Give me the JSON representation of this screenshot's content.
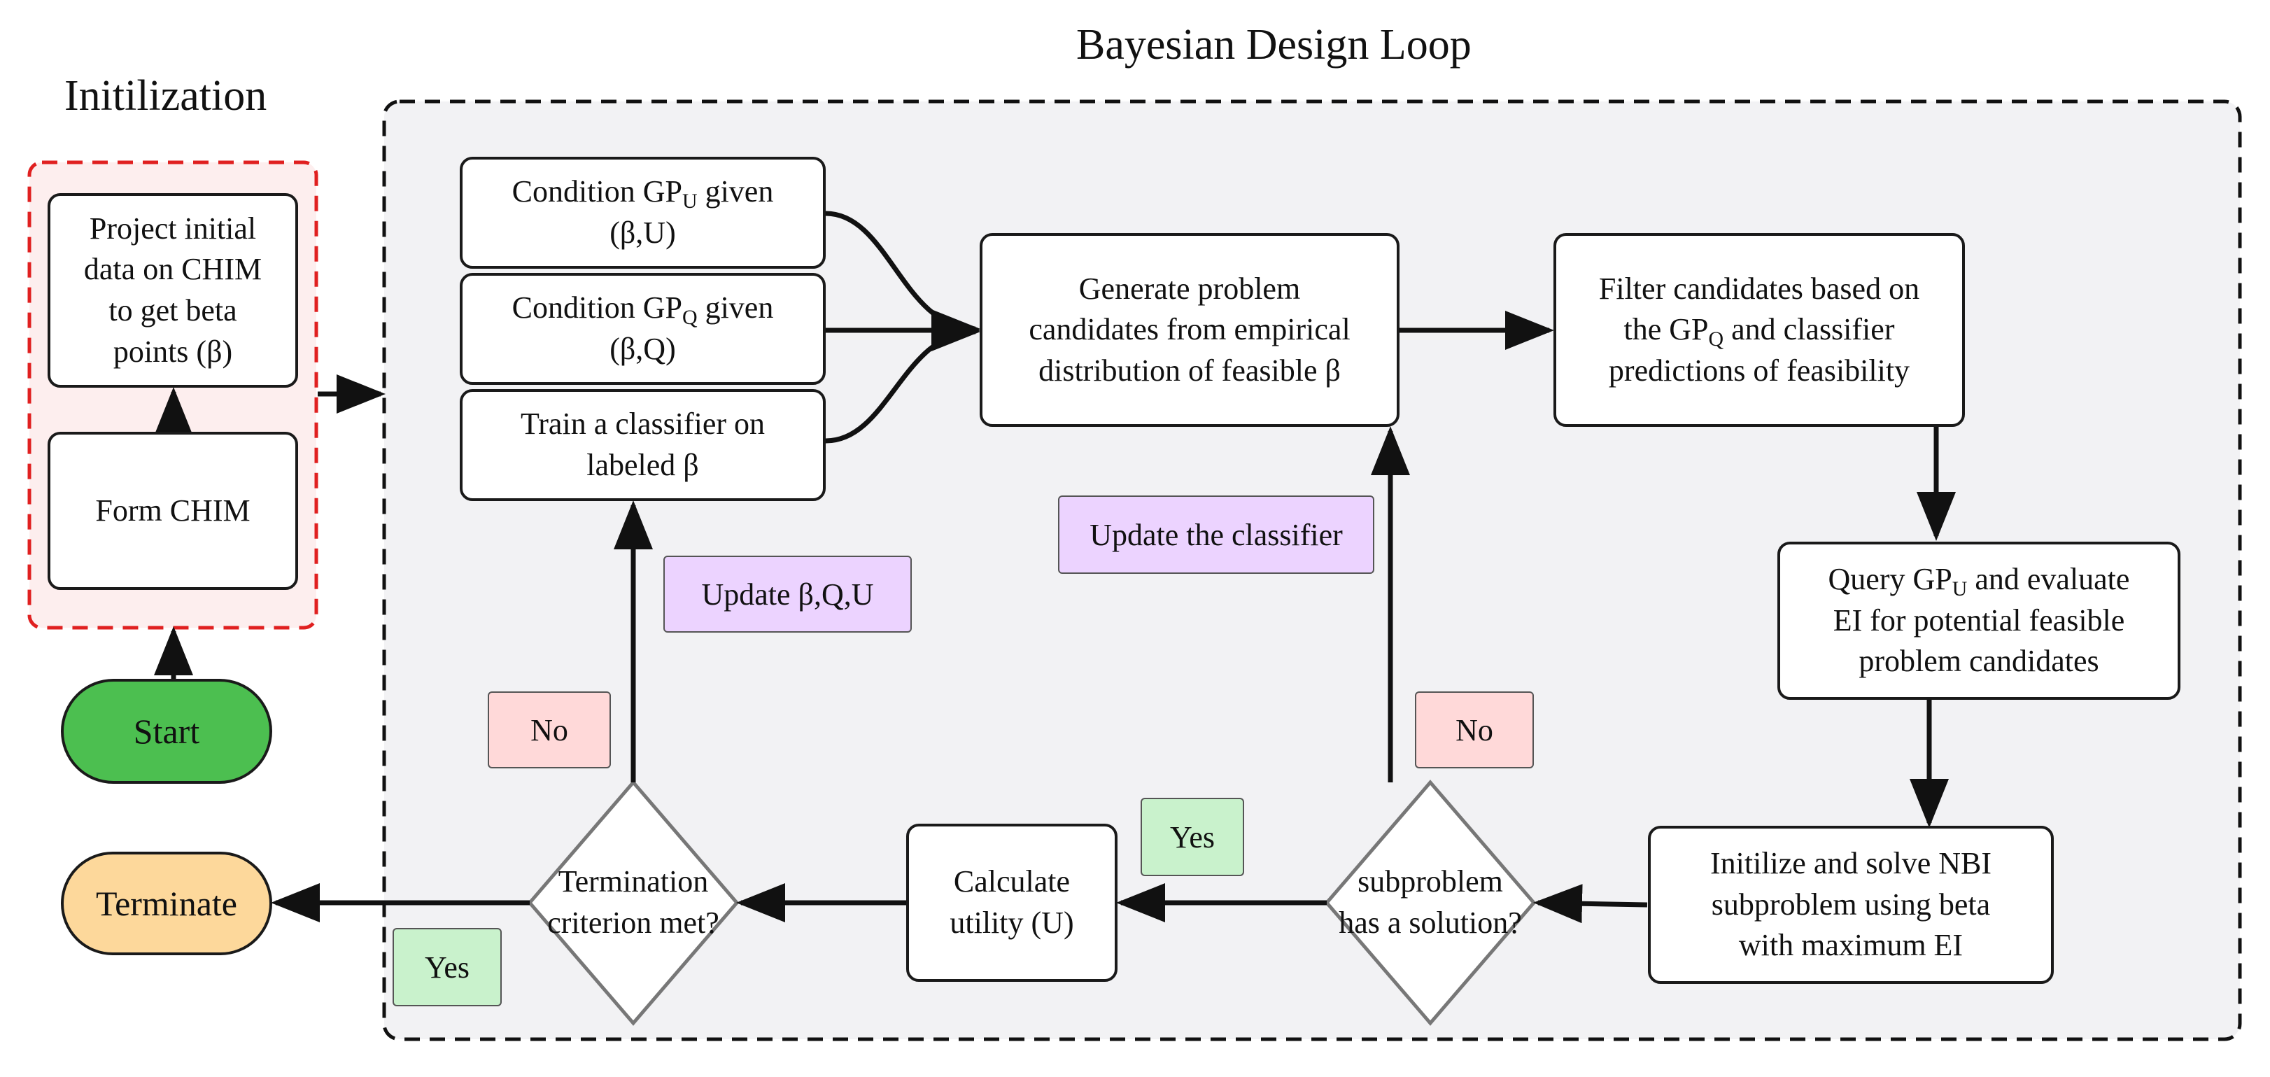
{
  "titles": {
    "init": "Initilization",
    "loop": "Bayesian Design Loop"
  },
  "colors": {
    "start_fill": "#4cbf50",
    "terminate_fill": "#fdd89b",
    "init_border": "#e02020",
    "init_fill": "#fdeeee",
    "loop_fill": "#f2f2f4",
    "no_tag": "#ffd9d9",
    "yes_tag": "#c9f2cc",
    "update_tag": "#ecd3ff"
  },
  "nodes": {
    "project": {
      "lines": [
        "Project initial",
        "data on CHIM",
        "to get beta",
        "points (β)"
      ]
    },
    "form_chim": {
      "lines": [
        "Form CHIM"
      ]
    },
    "start": {
      "label": "Start"
    },
    "terminate": {
      "label": "Terminate"
    },
    "condition_u": {
      "pre": "Condition GP",
      "sub": "U",
      "post": " given",
      "line2": "(β,U)"
    },
    "condition_q": {
      "pre": "Condition GP",
      "sub": "Q",
      "post": " given",
      "line2": "(β,Q)"
    },
    "train": {
      "lines": [
        "Train a classifier on",
        "labeled β"
      ]
    },
    "generate": {
      "lines": [
        "Generate problem",
        "candidates from empirical",
        "distribution of feasible β"
      ]
    },
    "filter": {
      "line1": "Filter candidates based on",
      "pre": "the GP",
      "sub": "Q",
      "post": " and classifier",
      "line3": "predictions of feasibility"
    },
    "query": {
      "pre": "Query GP",
      "sub": "U",
      "post": " and evaluate",
      "line2": "EI for potential feasible",
      "line3": "problem candidates"
    },
    "solve": {
      "lines": [
        "Initilize and solve NBI",
        "subproblem using beta",
        "with maximum EI"
      ]
    },
    "subproblem": {
      "lines": [
        "subproblem",
        "has a solution?"
      ]
    },
    "utility": {
      "lines": [
        "Calculate",
        "utility (U)"
      ]
    },
    "termination": {
      "lines": [
        "Termination",
        "criterion met?"
      ]
    }
  },
  "tags": {
    "update_bqu": "Update β,Q,U",
    "update_classifier": "Update the classifier",
    "no_left": "No",
    "no_right": "No",
    "yes_utility": "Yes",
    "yes_terminate": "Yes"
  }
}
